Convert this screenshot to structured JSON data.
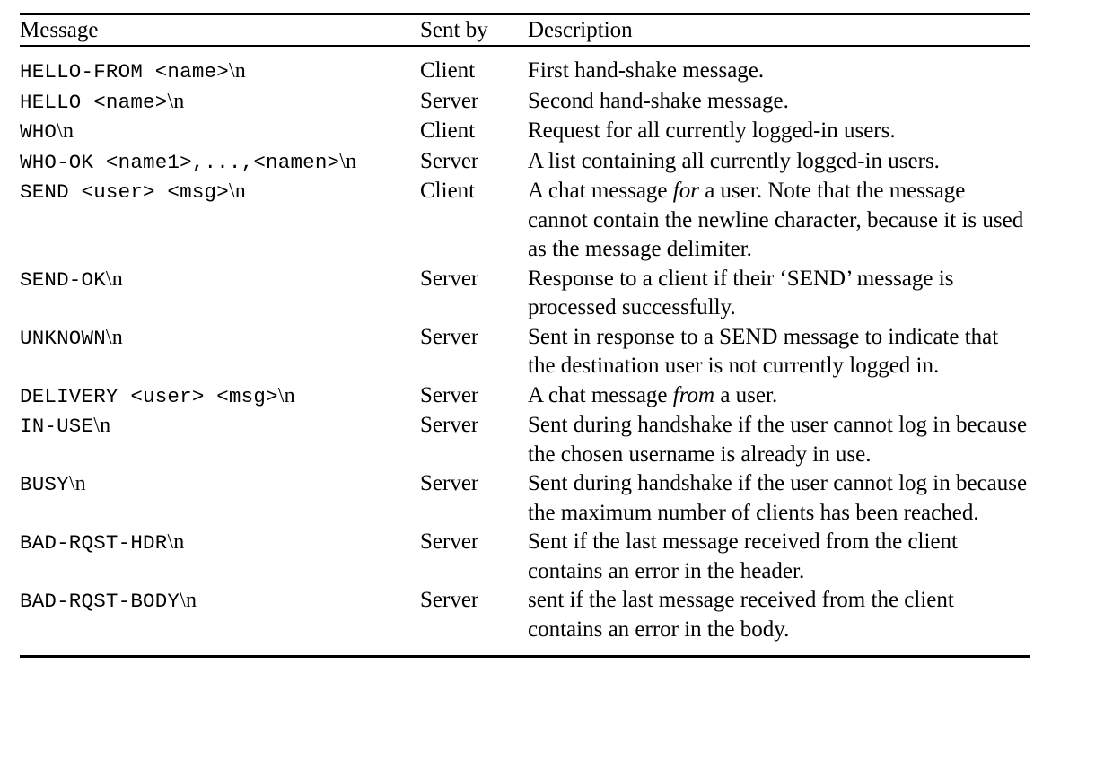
{
  "document": {
    "type": "protocol-message-table",
    "background": "#ffffff",
    "text_color": "#000000"
  },
  "table": {
    "columns": [
      {
        "key": "message",
        "header": "Message"
      },
      {
        "key": "sent_by",
        "header": "Sent by"
      },
      {
        "key": "description",
        "header": "Description"
      }
    ],
    "rules": {
      "top": "thick",
      "header_separator": "thin",
      "bottom": "thick"
    },
    "rows": [
      {
        "message": "HELLO-FROM <name>",
        "message_suffix": "\\n",
        "sent_by": "Client",
        "description": "First hand-shake message."
      },
      {
        "message": "HELLO <name>",
        "message_suffix": "\\n",
        "sent_by": "Server",
        "description": "Second hand-shake message."
      },
      {
        "message": "WHO",
        "message_suffix": "\\n",
        "sent_by": "Client",
        "description": "Request for all currently logged-in users."
      },
      {
        "message": "WHO-OK <name1>,...,<namen>",
        "message_suffix": "\\n",
        "sent_by": "Server",
        "description": "A list containing all currently logged-in users."
      },
      {
        "message": "SEND <user> <msg>",
        "message_suffix": "\\n",
        "sent_by": "Client",
        "description_parts": [
          {
            "text": "A chat message ",
            "style": "normal"
          },
          {
            "text": "for",
            "style": "italic"
          },
          {
            "text": " a user. Note that the message cannot contain the newline character, because it is used as the message delimiter.",
            "style": "normal"
          }
        ],
        "description": "A chat message for a user. Note that the message cannot contain the newline character, because it is used as the message delimiter."
      },
      {
        "message": "SEND-OK",
        "message_suffix": "\\n",
        "sent_by": "Server",
        "description": "Response to a client if their ‘SEND’ message is processed successfully."
      },
      {
        "message": "UNKNOWN",
        "message_suffix": "\\n",
        "sent_by": "Server",
        "description": "Sent in response to a SEND message to indicate that the destination user is not currently logged in."
      },
      {
        "message": "DELIVERY <user> <msg>",
        "message_suffix": "\\n",
        "sent_by": "Server",
        "description_parts": [
          {
            "text": "A chat message ",
            "style": "normal"
          },
          {
            "text": "from",
            "style": "italic"
          },
          {
            "text": " a user.",
            "style": "normal"
          }
        ],
        "description": "A chat message from a user."
      },
      {
        "message": "IN-USE",
        "message_suffix": "\\n",
        "sent_by": "Server",
        "description": "Sent during handshake if the user cannot log in because the chosen username is already in use."
      },
      {
        "message": "BUSY",
        "message_suffix": "\\n",
        "sent_by": "Server",
        "description": "Sent during handshake if the user cannot log in because the maximum number of clients has been reached."
      },
      {
        "message": "BAD-RQST-HDR",
        "message_suffix": "\\n",
        "sent_by": "Server",
        "description": "Sent if the last message received from the client contains an error in the header."
      },
      {
        "message": "BAD-RQST-BODY",
        "message_suffix": "\\n",
        "sent_by": "Server",
        "description": "sent if the last message received from the client contains an error in the body."
      }
    ]
  }
}
